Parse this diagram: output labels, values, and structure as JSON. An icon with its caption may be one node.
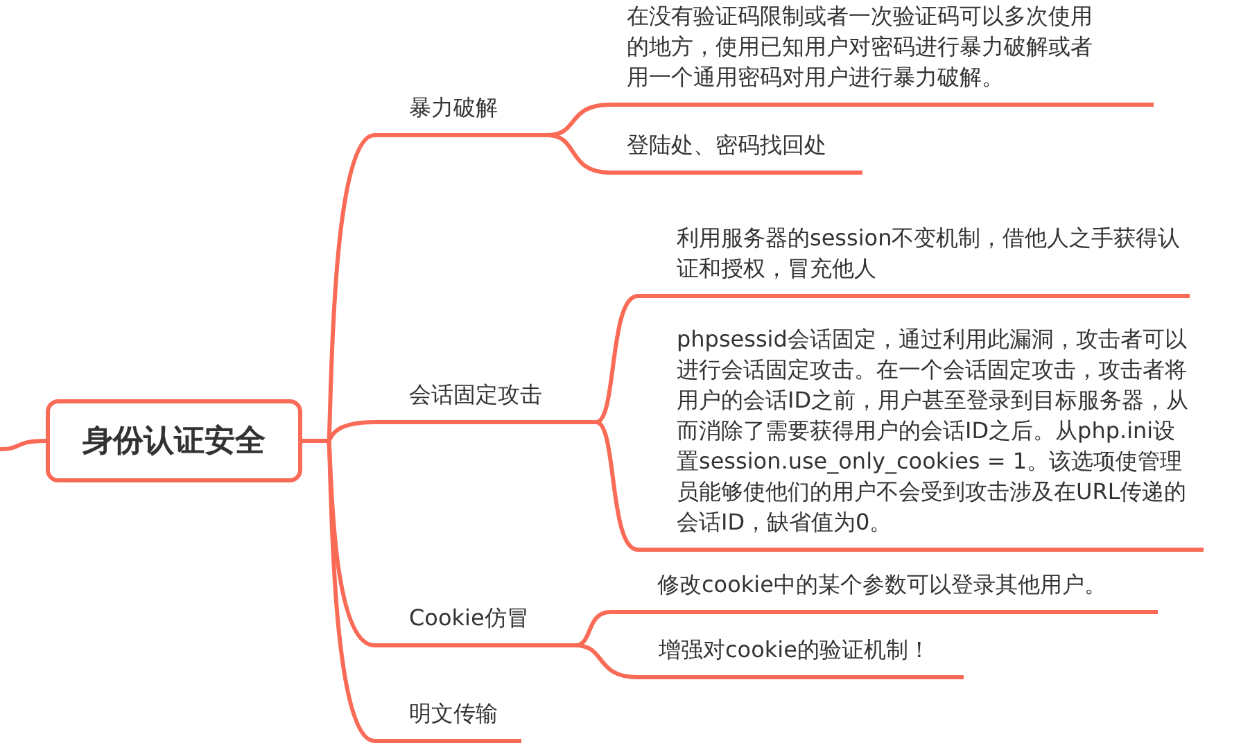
{
  "diagram": {
    "nodes": [
      {
        "text": [
          "身份认证安全"
        ]
      },
      {
        "text": [
          "暴力破解"
        ]
      },
      {
        "text": [
          "在没有验证码限制或者一次验证码可以多次使用的地方，使用已知用户对密码进行暴力破解或者用一个通用密码对用户进行暴力破解。"
        ]
      },
      {
        "text": [
          "登陆处、密码找回处"
        ]
      },
      {
        "text": [
          "会话固定攻击"
        ]
      },
      {
        "text": [
          "利用服务器的session不变机制，借他人之手获得认证和授权，冒充他人"
        ]
      },
      {
        "text": [
          "phpsessid会话固定，通过利用此漏洞，攻击者可以进行会话固定攻击。在一个会话固定攻击，攻击者将用户的会话ID之前，用户甚至登录到目标服务器，从而消除了需要获得用户的会话ID之后。从php.ini设置session.use_only_cookies = 1。该选项使管理员能够使他们的用户不会受到攻击涉及在URL传递的会话ID，缺省值为0。"
        ]
      },
      {
        "text": [
          "Cookie仿冒"
        ]
      },
      {
        "text": [
          "修改cookie中的某个参数可以登录其他用户。"
        ]
      },
      {
        "text": [
          "增强对cookie的验证机制！"
        ]
      },
      {
        "text": [
          "明文传输"
        ]
      }
    ],
    "edges": [
      {
        "from": null,
        "to": 0,
        "arrow": "none"
      },
      {
        "from": 0,
        "to": 1,
        "arrow": "none"
      },
      {
        "from": 1,
        "to": 2,
        "arrow": "none"
      },
      {
        "from": 1,
        "to": 3,
        "arrow": "none"
      },
      {
        "from": 0,
        "to": 4,
        "arrow": "none"
      },
      {
        "from": 4,
        "to": 5,
        "arrow": "none"
      },
      {
        "from": 4,
        "to": 6,
        "arrow": "none"
      },
      {
        "from": 0,
        "to": 7,
        "arrow": "none"
      },
      {
        "from": 7,
        "to": 8,
        "arrow": "none"
      },
      {
        "from": 7,
        "to": 9,
        "arrow": "none"
      },
      {
        "from": 0,
        "to": 10,
        "arrow": "none"
      }
    ]
  }
}
